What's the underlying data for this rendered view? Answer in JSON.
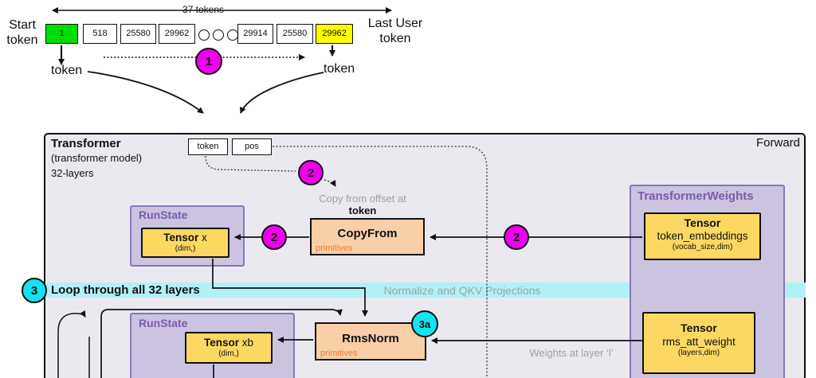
{
  "colors": {
    "magenta_step": "#ee00ee",
    "cyan_step": "#12e3f0",
    "cyan_band": "#b2f0f5",
    "start_token_green": "#00dd00",
    "last_token_yellow": "#ffff00",
    "tensor_yellow": "#fcd862",
    "primitive_peach": "#f9cfa8",
    "struct_purple_fill": "#cbc3df",
    "struct_purple_border": "#8878b8",
    "struct_purple_text": "#7a5caa",
    "primitives_orange": "#ed7d31",
    "note_gray": "#a0a0a0",
    "frame_bg": "#ebe9f0"
  },
  "token_strip": {
    "span_label": "37 tokens",
    "start_label_1": "Start",
    "start_label_2": "token",
    "end_label_1": "Last User",
    "end_label_2": "token",
    "tokens": [
      {
        "value": "1"
      },
      {
        "value": "518"
      },
      {
        "value": "25580"
      },
      {
        "value": "29962"
      },
      {
        "value": "29914"
      },
      {
        "value": "25580"
      },
      {
        "value": "29962"
      }
    ],
    "left_token_label": "token",
    "right_token_label": "token",
    "step_1": "1"
  },
  "transformer": {
    "title": "Transformer",
    "subtitle": "(transformer model)",
    "layers": "32-layers",
    "forward_label": "Forward",
    "input_token": "token",
    "input_pos": "pos",
    "step_2": "2",
    "copy_note": "Copy from offset at",
    "copy_note_target": "token",
    "runstate_top": {
      "title": "RunState",
      "tensor_name": "Tensor",
      "tensor_var": " x",
      "tensor_dims": "(dim,)"
    },
    "copyfrom": {
      "title": "CopyFrom",
      "tag": "primitives"
    },
    "loop": {
      "step": "3",
      "label": "Loop through all 32 layers",
      "section": "Normalize and QKV Projections"
    },
    "runstate_loop": {
      "title": "RunState",
      "tensor_name": "Tensor",
      "tensor_var": " xb",
      "tensor_dims": "(dim,)"
    },
    "rmsnorm": {
      "title": "RmsNorm",
      "tag": "primitives",
      "step": "3a"
    },
    "weights_note": "Weights at layer ‘l’",
    "weights": {
      "title": "TransformerWeights",
      "embeddings": {
        "name": "Tensor",
        "var": "token_embeddings",
        "dims": "(vocab_size,dim)"
      },
      "rms_att": {
        "name": "Tensor",
        "var": "rms_att_weight",
        "dims": "(layers,dim)"
      }
    }
  }
}
